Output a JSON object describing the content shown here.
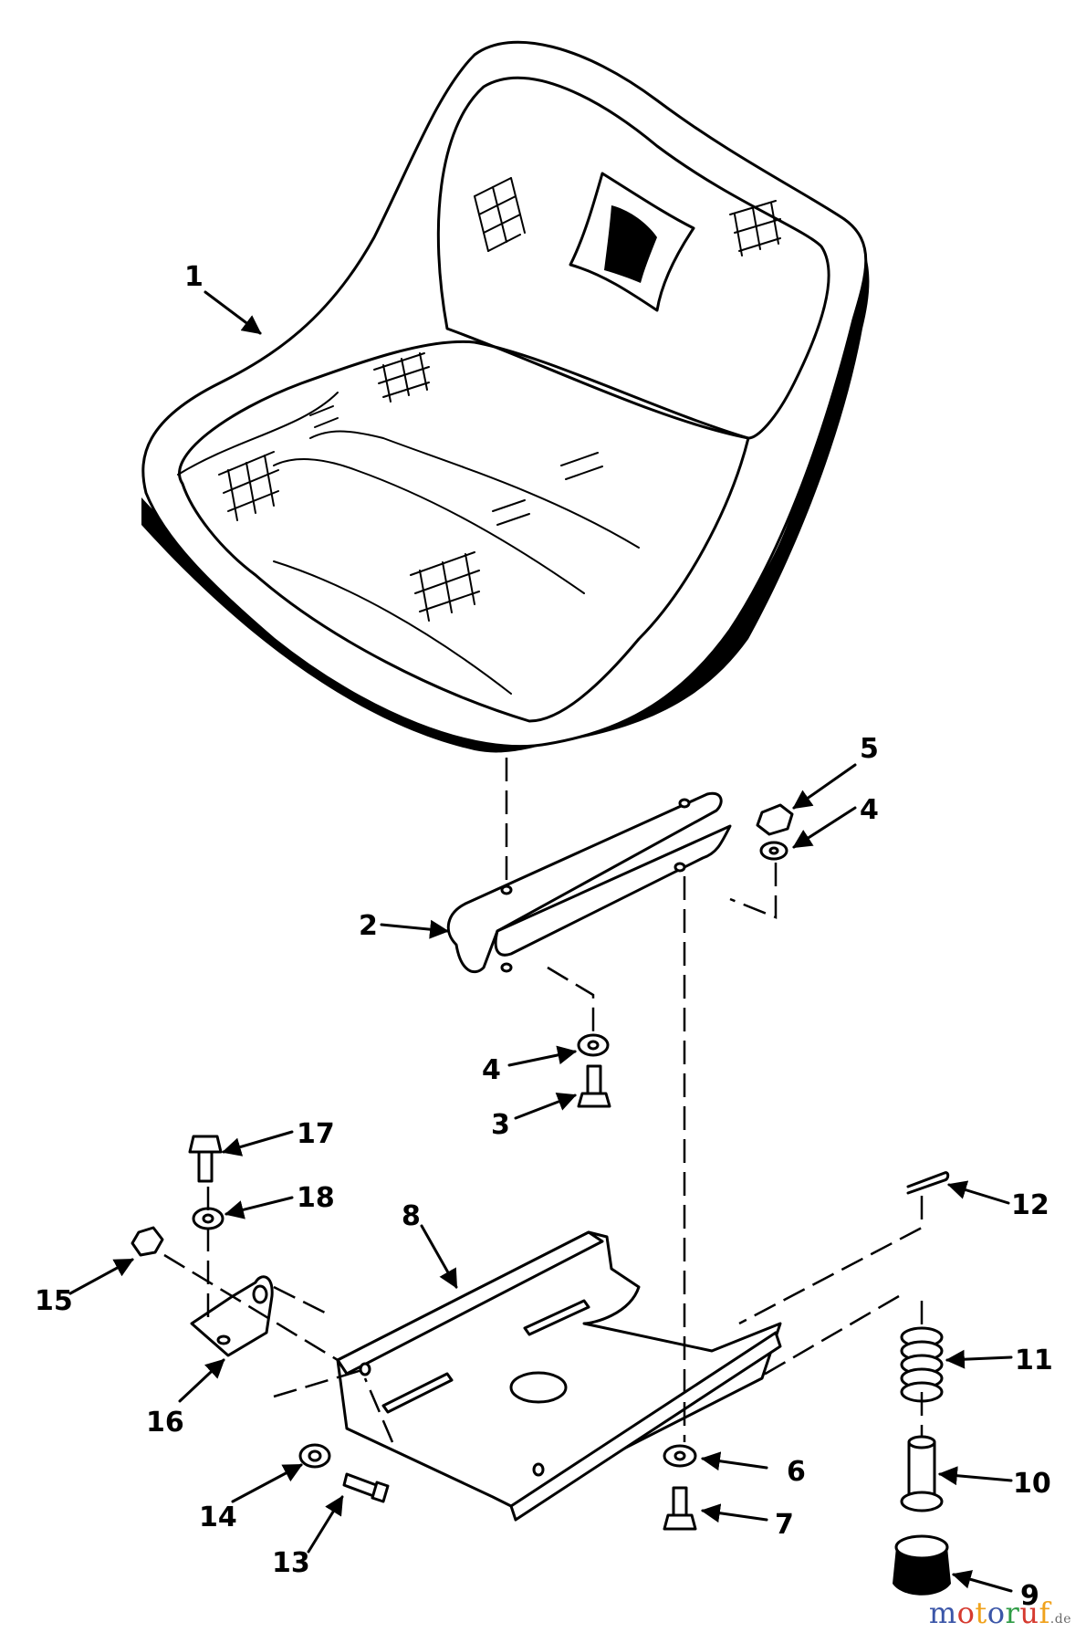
{
  "diagram": {
    "callouts": [
      "1",
      "2",
      "3",
      "4",
      "4",
      "5",
      "6",
      "7",
      "8",
      "9",
      "10",
      "11",
      "12",
      "13",
      "14",
      "15",
      "16",
      "17",
      "18"
    ]
  },
  "watermark": {
    "letters": [
      {
        "char": "m",
        "color": "#3b56a8"
      },
      {
        "char": "o",
        "color": "#d63a2f"
      },
      {
        "char": "t",
        "color": "#f0a21c"
      },
      {
        "char": "o",
        "color": "#3b56a8"
      },
      {
        "char": "r",
        "color": "#2f9c46"
      },
      {
        "char": "u",
        "color": "#d63a2f"
      },
      {
        "char": "f",
        "color": "#f0a21c"
      }
    ],
    "tld": ".de"
  }
}
